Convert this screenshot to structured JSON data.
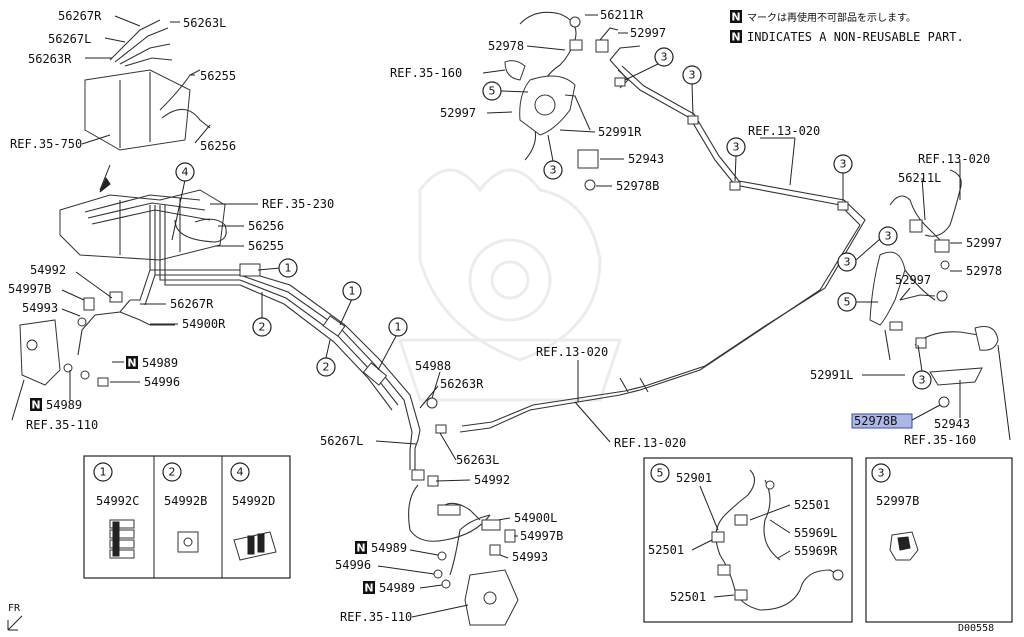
{
  "legend": {
    "jp": "マークは再使用不可部品を示します。",
    "en": "INDICATES A NON-REUSABLE PART.",
    "n_mark": "N"
  },
  "diagram_id": "D00558",
  "fr_label": "FR",
  "circle_labels": {
    "c1": "1",
    "c2": "2",
    "c3": "3",
    "c4": "4",
    "c5": "5"
  },
  "parts": {
    "p56267R_top": "56267R",
    "p56263L_top": "56263L",
    "p56267L_top": "56267L",
    "p56263R_top": "56263R",
    "p56255_top": "56255",
    "p56256_top": "56256",
    "ref35750": "REF.35-750",
    "ref35230": "REF.35-230",
    "p56256_mid": "56256",
    "p56255_mid": "56255",
    "p54992_l": "54992",
    "p54997B_l": "54997B",
    "p54993_l": "54993",
    "p56267R_mid": "56267R",
    "p54900R": "54900R",
    "p54989_a": "54989",
    "p54996_l": "54996",
    "p54989_b": "54989",
    "ref35110_l": "REF.35-110",
    "p56211R": "56211R",
    "p52978_t": "52978",
    "p52997_t1": "52997",
    "ref35160_t": "REF.35-160",
    "p52997_t2": "52997",
    "p52991R": "52991R",
    "p52943_t": "52943",
    "p52978B_t": "52978B",
    "ref13020_a": "REF.13-020",
    "ref13020_b": "REF.13-020",
    "p56211L": "56211L",
    "p52997_r1": "52997",
    "p52978_r": "52978",
    "p52997_r2": "52997",
    "p52991L": "52991L",
    "p52978B_hl": "52978B",
    "p52943_r": "52943",
    "ref35160_r": "REF.35-160",
    "ref13020_c": "REF.13-020",
    "ref13020_d": "REF.13-020",
    "p54988": "54988",
    "p56263R_mid": "56263R",
    "p56267L_mid": "56267L",
    "p56263L_mid": "56263L",
    "p54992_m": "54992",
    "p54900L": "54900L",
    "p54997B_m": "54997B",
    "p54989_c": "54989",
    "p54993_m": "54993",
    "p54996_m": "54996",
    "p54989_d": "54989",
    "ref35110_m": "REF.35-110"
  },
  "kits": [
    {
      "num": "1",
      "part": "54992C"
    },
    {
      "num": "2",
      "part": "54992B"
    },
    {
      "num": "4",
      "part": "54992D"
    }
  ],
  "kit5": {
    "num": "5",
    "p52901": "52901",
    "p52501_a": "52501",
    "p55969L": "55969L",
    "p52501_b": "52501",
    "p55969R": "55969R",
    "p52501_c": "52501"
  },
  "kit3": {
    "num": "3",
    "part": "52997B"
  }
}
